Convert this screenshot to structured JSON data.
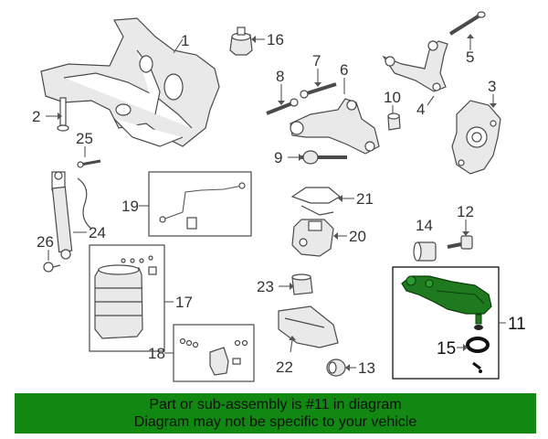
{
  "callouts": [
    {
      "id": "1",
      "text": "1"
    },
    {
      "id": "2",
      "text": "2"
    },
    {
      "id": "3",
      "text": "3"
    },
    {
      "id": "4",
      "text": "4"
    },
    {
      "id": "5",
      "text": "5"
    },
    {
      "id": "6",
      "text": "6"
    },
    {
      "id": "7",
      "text": "7"
    },
    {
      "id": "8",
      "text": "8"
    },
    {
      "id": "9",
      "text": "9"
    },
    {
      "id": "10",
      "text": "10"
    },
    {
      "id": "11",
      "text": "11"
    },
    {
      "id": "12",
      "text": "12"
    },
    {
      "id": "13",
      "text": "13"
    },
    {
      "id": "14",
      "text": "14"
    },
    {
      "id": "15",
      "text": "15"
    },
    {
      "id": "16",
      "text": "16"
    },
    {
      "id": "17",
      "text": "17"
    },
    {
      "id": "18",
      "text": "18"
    },
    {
      "id": "19",
      "text": "19"
    },
    {
      "id": "20",
      "text": "20"
    },
    {
      "id": "21",
      "text": "21"
    },
    {
      "id": "22",
      "text": "22"
    },
    {
      "id": "23",
      "text": "23"
    },
    {
      "id": "24",
      "text": "24"
    },
    {
      "id": "25",
      "text": "25"
    },
    {
      "id": "26",
      "text": "26"
    }
  ],
  "banner": {
    "line1": "Part or sub-assembly is #11 in diagram",
    "line2": "Diagram may not be specific to your vehicle"
  },
  "colors": {
    "highlight_part": "#1f7a1f",
    "banner_background": "#118811",
    "line_art": "#4a4a4a"
  }
}
